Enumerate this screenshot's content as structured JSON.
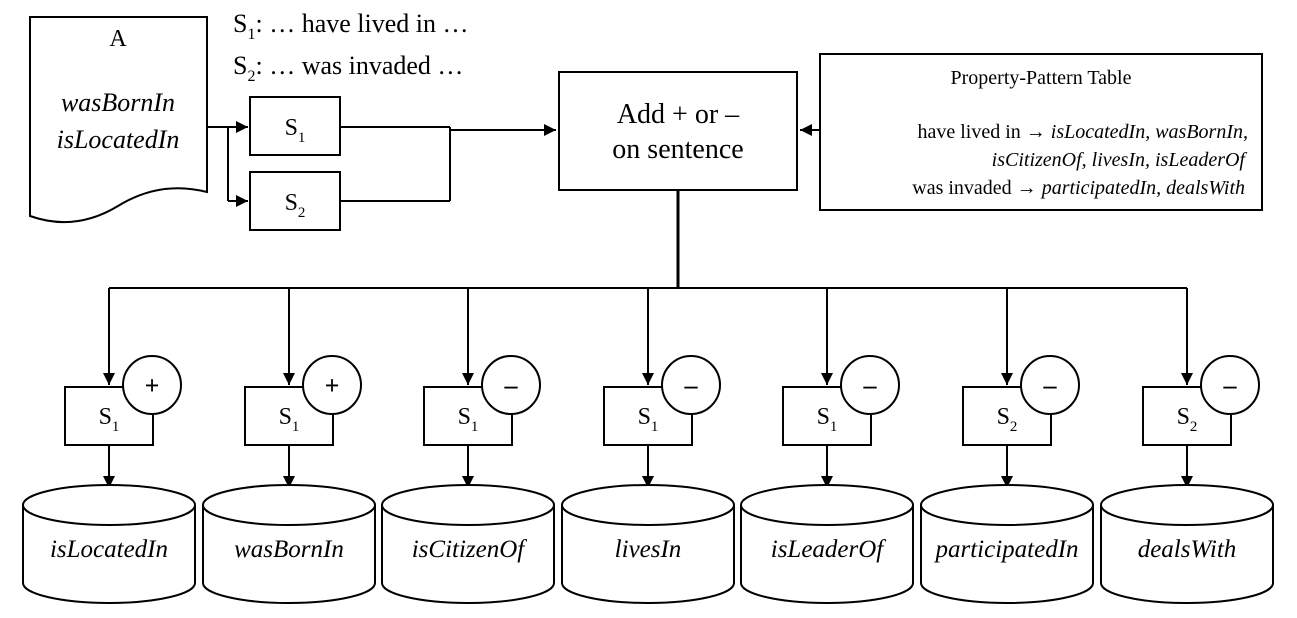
{
  "document": {
    "label": "A",
    "properties": [
      "wasBornIn",
      "isLocatedIn"
    ]
  },
  "sentences": [
    {
      "id": "S",
      "sub": "1",
      "text": ": … have lived in …"
    },
    {
      "id": "S",
      "sub": "2",
      "text": ": … was invaded …"
    }
  ],
  "sentence_boxes": [
    {
      "id": "S",
      "sub": "1"
    },
    {
      "id": "S",
      "sub": "2"
    }
  ],
  "process": {
    "line1": "Add + or –",
    "line2": "on sentence"
  },
  "pattern_table": {
    "title": "Property-Pattern Table",
    "rows": [
      {
        "pattern": "have lived in → ",
        "props": "isLocatedIn, wasBornIn,"
      },
      {
        "pattern": "",
        "props": "isCitizenOf, livesIn, isLeaderOf"
      },
      {
        "pattern": "was invaded → ",
        "props": "participatedIn, dealsWith"
      }
    ]
  },
  "outputs": [
    {
      "sentence": "S",
      "sub": "1",
      "sign": "+",
      "property": "isLocatedIn"
    },
    {
      "sentence": "S",
      "sub": "1",
      "sign": "+",
      "property": "wasBornIn"
    },
    {
      "sentence": "S",
      "sub": "1",
      "sign": "–",
      "property": "isCitizenOf"
    },
    {
      "sentence": "S",
      "sub": "1",
      "sign": "–",
      "property": "livesIn"
    },
    {
      "sentence": "S",
      "sub": "1",
      "sign": "–",
      "property": "isLeaderOf"
    },
    {
      "sentence": "S",
      "sub": "2",
      "sign": "–",
      "property": "participatedIn"
    },
    {
      "sentence": "S",
      "sub": "2",
      "sign": "–",
      "property": "dealsWith"
    }
  ]
}
